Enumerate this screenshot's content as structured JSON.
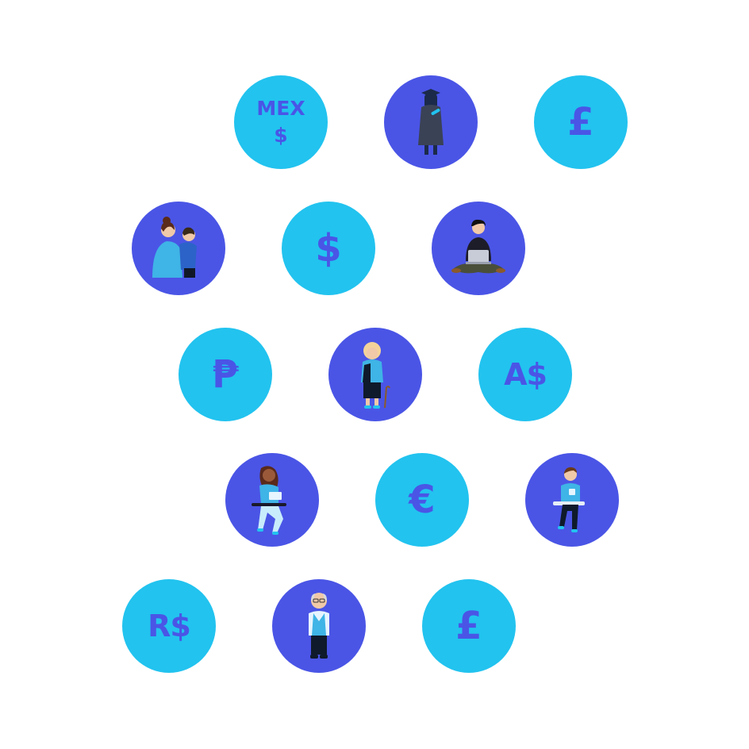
{
  "colors": {
    "currency_circle": "#22c3ef",
    "person_circle": "#4a55e6"
  },
  "rows": [
    [
      {
        "kind": "currency",
        "symbol": "MEX\n$"
      },
      {
        "kind": "person",
        "icon": "graduate-icon"
      },
      {
        "kind": "currency",
        "symbol": "£"
      }
    ],
    [
      {
        "kind": "person",
        "icon": "parent-child-icon"
      },
      {
        "kind": "currency",
        "symbol": "$"
      },
      {
        "kind": "person",
        "icon": "laptop-user-icon"
      }
    ],
    [
      {
        "kind": "currency",
        "symbol": "₱"
      },
      {
        "kind": "person",
        "icon": "elderly-woman-icon"
      },
      {
        "kind": "currency",
        "symbol": "A$"
      }
    ],
    [
      {
        "kind": "person",
        "icon": "reading-woman-icon"
      },
      {
        "kind": "currency",
        "symbol": "€"
      },
      {
        "kind": "person",
        "icon": "sitting-man-icon"
      }
    ],
    [
      {
        "kind": "currency",
        "symbol": "R$"
      },
      {
        "kind": "person",
        "icon": "elderly-man-icon"
      },
      {
        "kind": "currency",
        "symbol": "£"
      }
    ]
  ]
}
